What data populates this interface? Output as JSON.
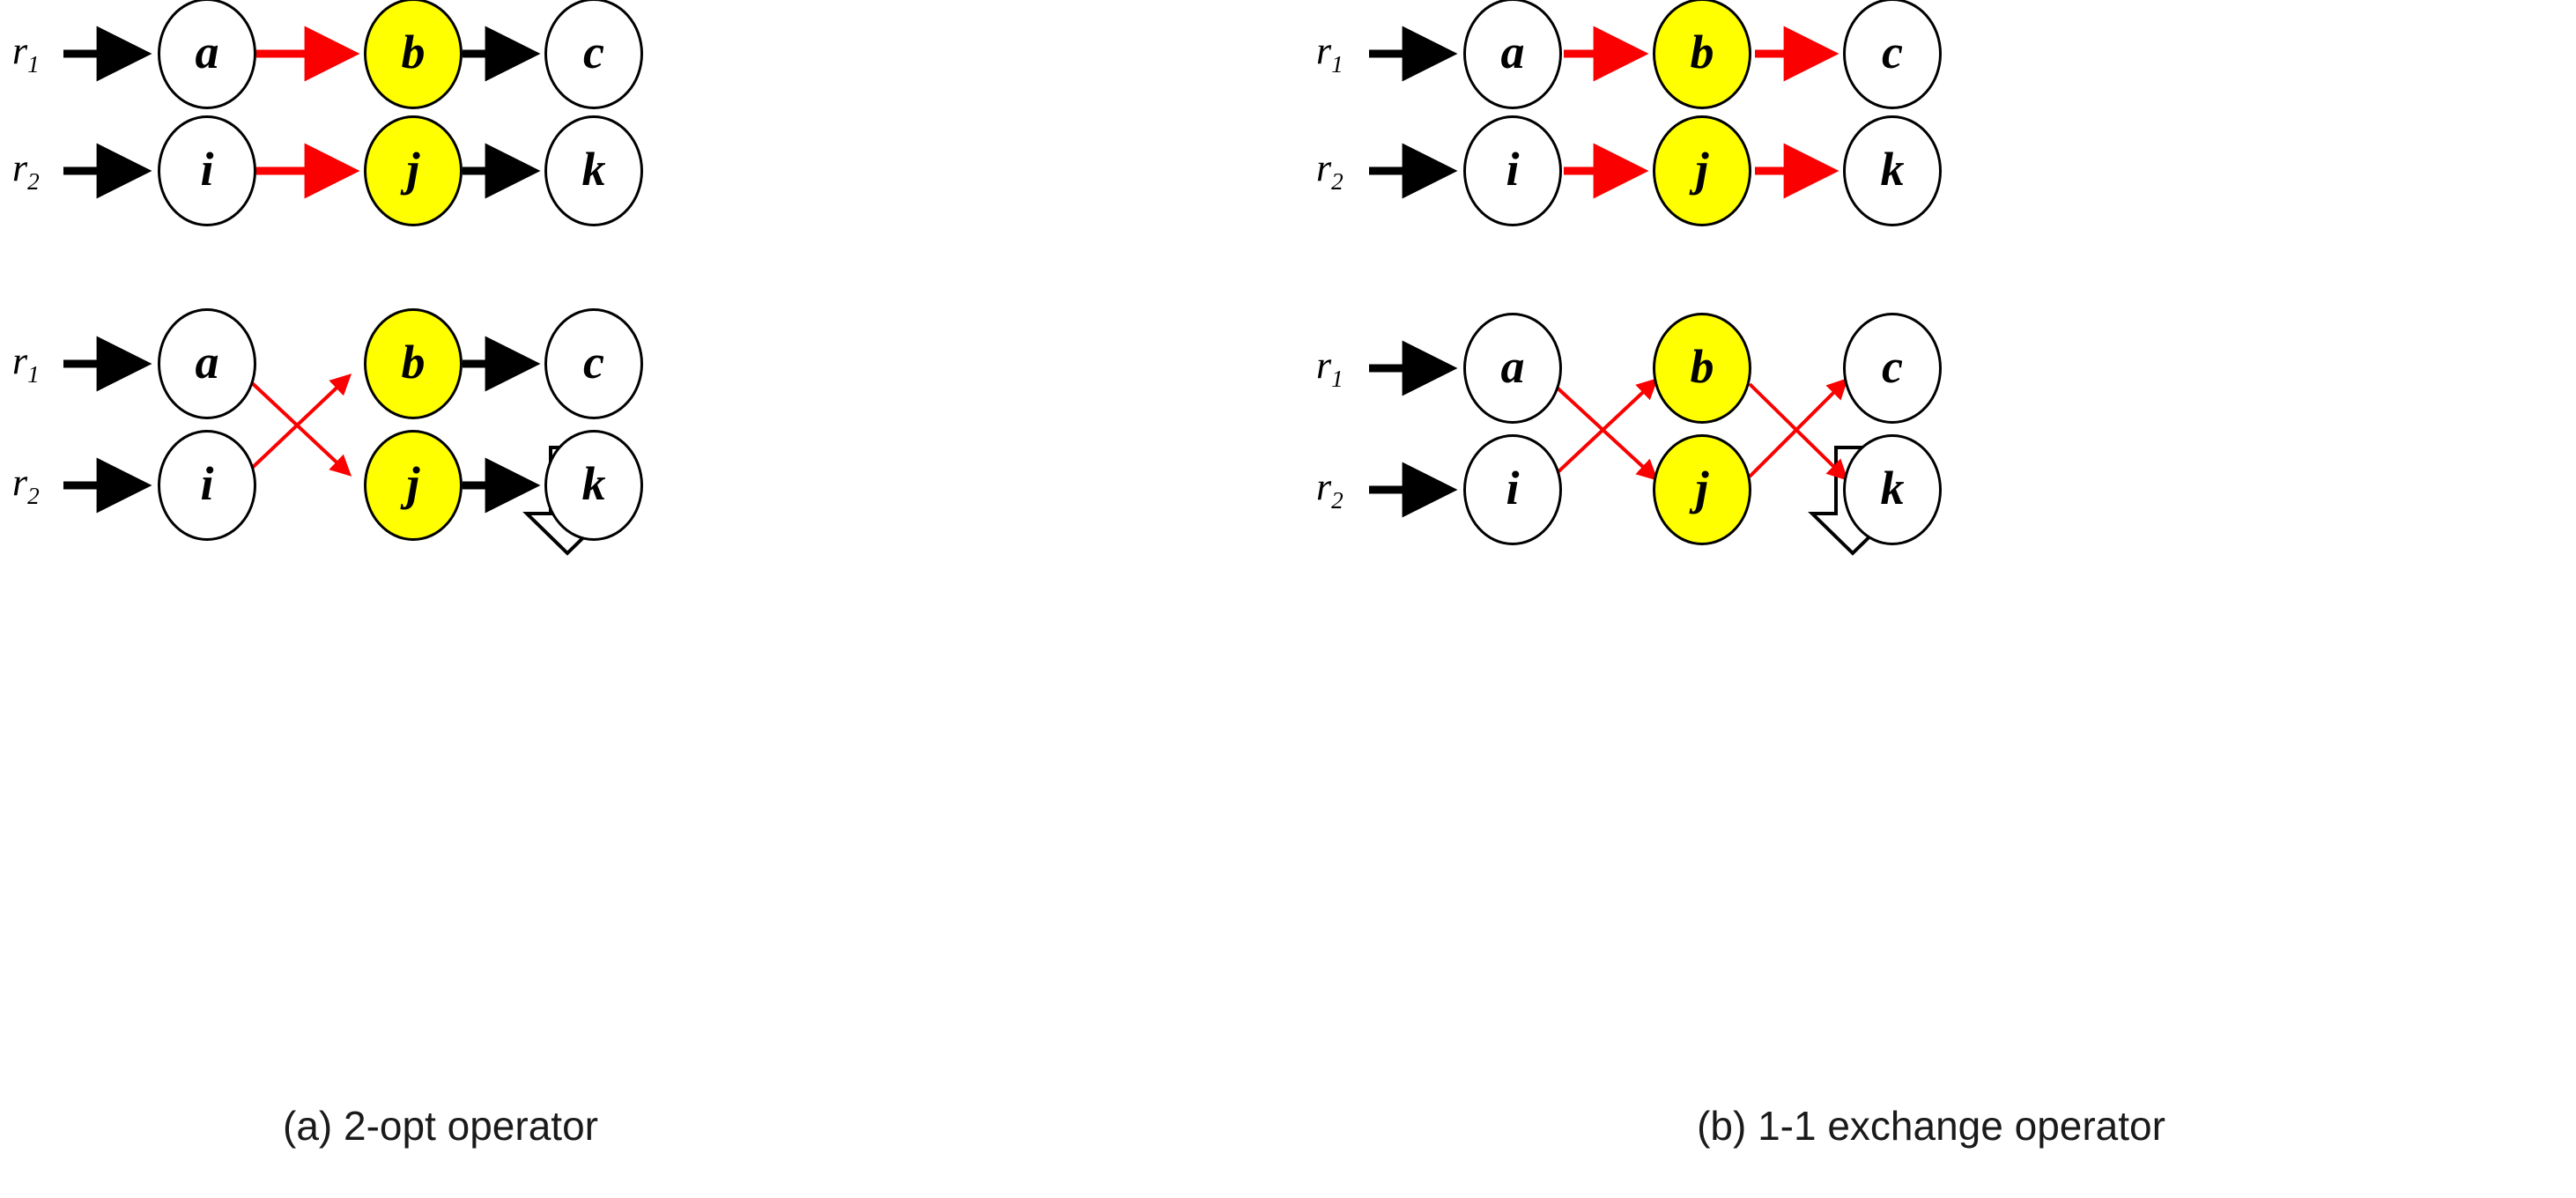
{
  "figure": {
    "background": "#ffffff",
    "colors": {
      "black": "#000000",
      "red": "#fa0000",
      "highlight": "#ffff00",
      "node_fill": "#ffffff",
      "caption": "#1a1a1a"
    }
  },
  "panels": [
    {
      "id": "panel-a",
      "caption": "(a) 2-opt operator",
      "transition_icon": "down-arrow-icon",
      "before": {
        "rows": [
          {
            "route_label": "r",
            "route_sub": "1",
            "nodes": [
              {
                "label": "a",
                "highlight": false
              },
              {
                "label": "b",
                "highlight": true
              },
              {
                "label": "c",
                "highlight": false
              }
            ],
            "edges": [
              {
                "from": "entry",
                "to": "a",
                "color": "#000000",
                "style": "straight"
              },
              {
                "from": "a",
                "to": "b",
                "color": "#fa0000",
                "style": "straight"
              },
              {
                "from": "b",
                "to": "c",
                "color": "#000000",
                "style": "straight"
              }
            ]
          },
          {
            "route_label": "r",
            "route_sub": "2",
            "nodes": [
              {
                "label": "i",
                "highlight": false
              },
              {
                "label": "j",
                "highlight": true
              },
              {
                "label": "k",
                "highlight": false
              }
            ],
            "edges": [
              {
                "from": "entry",
                "to": "i",
                "color": "#000000",
                "style": "straight"
              },
              {
                "from": "i",
                "to": "j",
                "color": "#fa0000",
                "style": "straight"
              },
              {
                "from": "j",
                "to": "k",
                "color": "#000000",
                "style": "straight"
              }
            ]
          }
        ]
      },
      "after": {
        "rows": [
          {
            "route_label": "r",
            "route_sub": "1",
            "nodes": [
              {
                "label": "a",
                "highlight": false
              },
              {
                "label": "b",
                "highlight": true
              },
              {
                "label": "c",
                "highlight": false
              }
            ],
            "edges": [
              {
                "from": "entry",
                "to": "a",
                "color": "#000000",
                "style": "straight"
              },
              {
                "from": "b",
                "to": "c",
                "color": "#000000",
                "style": "straight"
              }
            ]
          },
          {
            "route_label": "r",
            "route_sub": "2",
            "nodes": [
              {
                "label": "i",
                "highlight": false
              },
              {
                "label": "j",
                "highlight": true
              },
              {
                "label": "k",
                "highlight": false
              }
            ],
            "edges": [
              {
                "from": "entry",
                "to": "i",
                "color": "#000000",
                "style": "straight"
              },
              {
                "from": "j",
                "to": "k",
                "color": "#000000",
                "style": "straight"
              }
            ]
          }
        ],
        "cross_edges": [
          {
            "from": "a",
            "to": "j",
            "color": "#fa0000"
          },
          {
            "from": "i",
            "to": "b",
            "color": "#fa0000"
          }
        ]
      }
    },
    {
      "id": "panel-b",
      "caption": "(b) 1-1 exchange operator",
      "transition_icon": "down-arrow-icon",
      "before": {
        "rows": [
          {
            "route_label": "r",
            "route_sub": "1",
            "nodes": [
              {
                "label": "a",
                "highlight": false
              },
              {
                "label": "b",
                "highlight": true
              },
              {
                "label": "c",
                "highlight": false
              }
            ],
            "edges": [
              {
                "from": "entry",
                "to": "a",
                "color": "#000000",
                "style": "straight"
              },
              {
                "from": "a",
                "to": "b",
                "color": "#fa0000",
                "style": "straight"
              },
              {
                "from": "b",
                "to": "c",
                "color": "#fa0000",
                "style": "straight"
              }
            ]
          },
          {
            "route_label": "r",
            "route_sub": "2",
            "nodes": [
              {
                "label": "i",
                "highlight": false
              },
              {
                "label": "j",
                "highlight": true
              },
              {
                "label": "k",
                "highlight": false
              }
            ],
            "edges": [
              {
                "from": "entry",
                "to": "i",
                "color": "#000000",
                "style": "straight"
              },
              {
                "from": "i",
                "to": "j",
                "color": "#fa0000",
                "style": "straight"
              },
              {
                "from": "j",
                "to": "k",
                "color": "#fa0000",
                "style": "straight"
              }
            ]
          }
        ]
      },
      "after": {
        "rows": [
          {
            "route_label": "r",
            "route_sub": "1",
            "nodes": [
              {
                "label": "a",
                "highlight": false
              },
              {
                "label": "b",
                "highlight": true
              },
              {
                "label": "c",
                "highlight": false
              }
            ],
            "edges": [
              {
                "from": "entry",
                "to": "a",
                "color": "#000000",
                "style": "straight"
              }
            ]
          },
          {
            "route_label": "r",
            "route_sub": "2",
            "nodes": [
              {
                "label": "i",
                "highlight": false
              },
              {
                "label": "j",
                "highlight": true
              },
              {
                "label": "k",
                "highlight": false
              }
            ],
            "edges": [
              {
                "from": "entry",
                "to": "i",
                "color": "#000000",
                "style": "straight"
              }
            ]
          }
        ],
        "cross_edges": [
          {
            "from": "a",
            "to": "j",
            "color": "#fa0000"
          },
          {
            "from": "i",
            "to": "b",
            "color": "#fa0000"
          },
          {
            "from": "b",
            "to": "k",
            "color": "#fa0000"
          },
          {
            "from": "j",
            "to": "c",
            "color": "#fa0000"
          }
        ]
      }
    }
  ]
}
